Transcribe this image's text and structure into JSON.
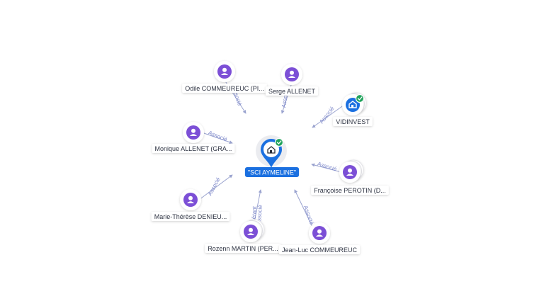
{
  "graph": {
    "center": {
      "label": "\"SCI AYMELINE\"",
      "type": "company",
      "verified": true,
      "accent_color": "#1b70e0",
      "icon": "building-icon"
    },
    "edge_color": "#9aa3cf",
    "person_color": "#7c4fd6",
    "company_color": "#1b70e0",
    "verified_color": "#1fa35b",
    "nodes": [
      {
        "id": "odile",
        "label": "Odile COMMEUREUC (PI...",
        "type": "person",
        "stacked": false,
        "relation": "Associé"
      },
      {
        "id": "serge",
        "label": "Serge ALLENET",
        "type": "person",
        "stacked": false,
        "relation": "Associé"
      },
      {
        "id": "vidinvest",
        "label": "VIDINVEST",
        "type": "company",
        "stacked": true,
        "verified": true,
        "relation": "Associé"
      },
      {
        "id": "monique",
        "label": "Monique ALLENET (GRA...",
        "type": "person",
        "stacked": false,
        "relation": "Associé"
      },
      {
        "id": "francoise",
        "label": "Françoise PEROTIN (D...",
        "type": "person",
        "stacked": true,
        "relation": "Associé"
      },
      {
        "id": "marie",
        "label": "Marie-Thérèse DENIEU...",
        "type": "person",
        "stacked": false,
        "relation": "Associé"
      },
      {
        "id": "rozenn",
        "label": "Rozenn MARTIN (PER...",
        "type": "person",
        "stacked": true,
        "relation": "Gérant\nAssocié"
      },
      {
        "id": "jeanluc",
        "label": "Jean-Luc COMMEUREUC",
        "type": "person",
        "stacked": false,
        "relation": "Associé"
      }
    ]
  }
}
